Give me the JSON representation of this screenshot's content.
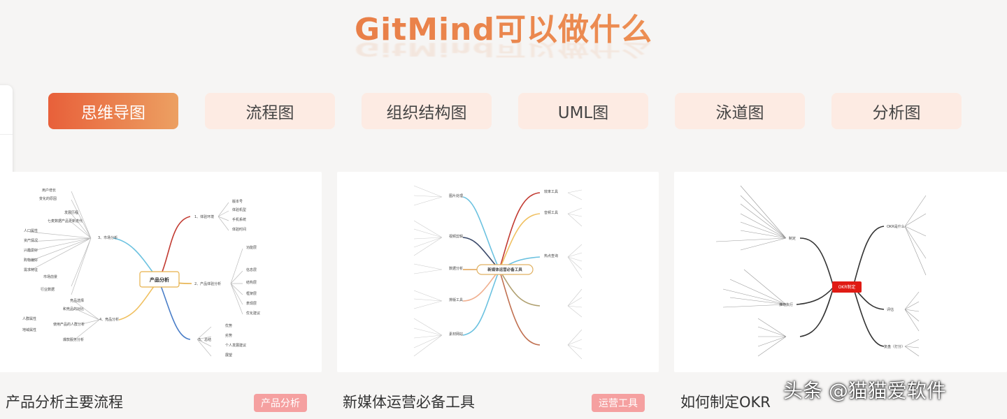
{
  "header": {
    "title": "GitMind可以做什么"
  },
  "tabs": [
    {
      "label": "思维导图",
      "active": true
    },
    {
      "label": "流程图",
      "active": false
    },
    {
      "label": "组织结构图",
      "active": false
    },
    {
      "label": "UML图",
      "active": false
    },
    {
      "label": "泳道图",
      "active": false
    },
    {
      "label": "分析图",
      "active": false
    }
  ],
  "cards": [
    {
      "caption": "产品分析主要流程",
      "badge": "产品分析",
      "mindmap": {
        "center": "产品分析",
        "branches": [
          {
            "label": "1、体验环境",
            "leaves": [
              "版本号",
              "体验机型",
              "手机系统",
              "体验时间"
            ]
          },
          {
            "label": "2、产品体验分析",
            "leaves": [
              "功能层",
              "信息层",
              "结构层",
              "框架层",
              "表现层",
              "优化建议"
            ]
          },
          {
            "label": "3、市场分析",
            "leaves": [
              "用户增长",
              "变化的原因",
              "发展历程",
              "七麦数据产品更新迭代",
              "人口属性",
              "资产情况",
              "兴趣爱好",
              "购物偏好",
              "需求特征",
              "市场前景",
              "行业数据"
            ]
          },
          {
            "label": "4、竞品分析",
            "leaves": [
              "竞品选择",
              "和竞品的对比",
              "使用产品的人群分析",
              "人群属性",
              "地域属性",
              "爆款服务分析"
            ]
          },
          {
            "label": "5、总结",
            "leaves": [
              "优势",
              "劣势",
              "个人发展建议",
              "展望"
            ]
          }
        ]
      }
    },
    {
      "caption": "新媒体运营必备工具",
      "badge": "运营工具",
      "mindmap": {
        "center": "新媒体运营必备工具",
        "branches": [
          {
            "label": "图片处理"
          },
          {
            "label": "视频剪辑"
          },
          {
            "label": "数据分析"
          },
          {
            "label": "排版工具"
          },
          {
            "label": "素材网站"
          },
          {
            "label": "效率工具"
          },
          {
            "label": "音频工具"
          },
          {
            "label": "热点查询"
          }
        ]
      }
    },
    {
      "caption": "如何制定OKR",
      "badge": "",
      "mindmap": {
        "center": "OKR制定",
        "branches": [
          {
            "label": "OKR是什么"
          },
          {
            "label": "制定"
          },
          {
            "label": "推动执行"
          },
          {
            "label": "评估"
          },
          {
            "label": "复盘（打分）"
          }
        ]
      }
    }
  ],
  "watermark": "头条 @猫猫爱软件"
}
